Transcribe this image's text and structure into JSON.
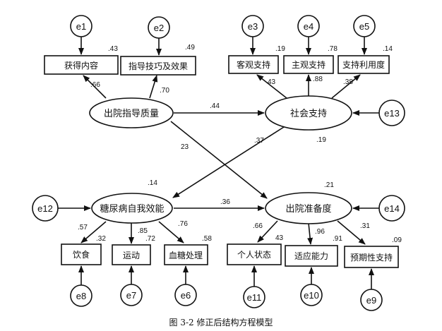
{
  "caption": "图  3-2  修正后结构方程模型",
  "latent": {
    "guidance_quality": "出院指导质量",
    "social_support": "社会支持",
    "self_efficacy": "糖尿病自我效能",
    "readiness": "出院准备度"
  },
  "observed": {
    "content": "获得内容",
    "skill_effect": "指导技巧及效果",
    "objective_support": "客观支持",
    "subjective_support": "主观支持",
    "support_use": "支持利用度",
    "diet": "饮食",
    "exercise": "运动",
    "glucose": "血糖处理",
    "personal_state": "个人状态",
    "coping": "适应能力",
    "expected_support": "预期性支持"
  },
  "errors": {
    "e1": "e1",
    "e2": "e2",
    "e3": "e3",
    "e4": "e4",
    "e5": "e5",
    "e6": "e6",
    "e7": "e7",
    "e8": "e8",
    "e9": "e9",
    "e10": "e10",
    "e11": "e11",
    "e12": "e12",
    "e13": "e13",
    "e14": "e14"
  },
  "r2": {
    "content": ".43",
    "skill_effect": ".49",
    "objective_support": ".19",
    "subjective_support": ".78",
    "support_use": ".14",
    "social_support": ".19",
    "self_efficacy": ".14",
    "readiness": ".21",
    "diet": ".32",
    "exercise": ".72",
    "glucose": ".58",
    "personal_state": "43",
    "coping": ".91",
    "expected_support": ".09"
  },
  "loadings": {
    "content": ".66",
    "skill_effect": ".70",
    "objective_support": "43",
    "subjective_support": ".88",
    "support_use": ".38",
    "diet": ".57",
    "exercise": ".85",
    "glucose": ".76",
    "personal_state": ".66",
    "coping": ".96",
    "expected_support": ".31"
  },
  "paths": {
    "guidance_to_social": ".44",
    "guidance_to_readiness": "23",
    "social_to_efficacy": ".37",
    "efficacy_to_readiness": ".36"
  }
}
